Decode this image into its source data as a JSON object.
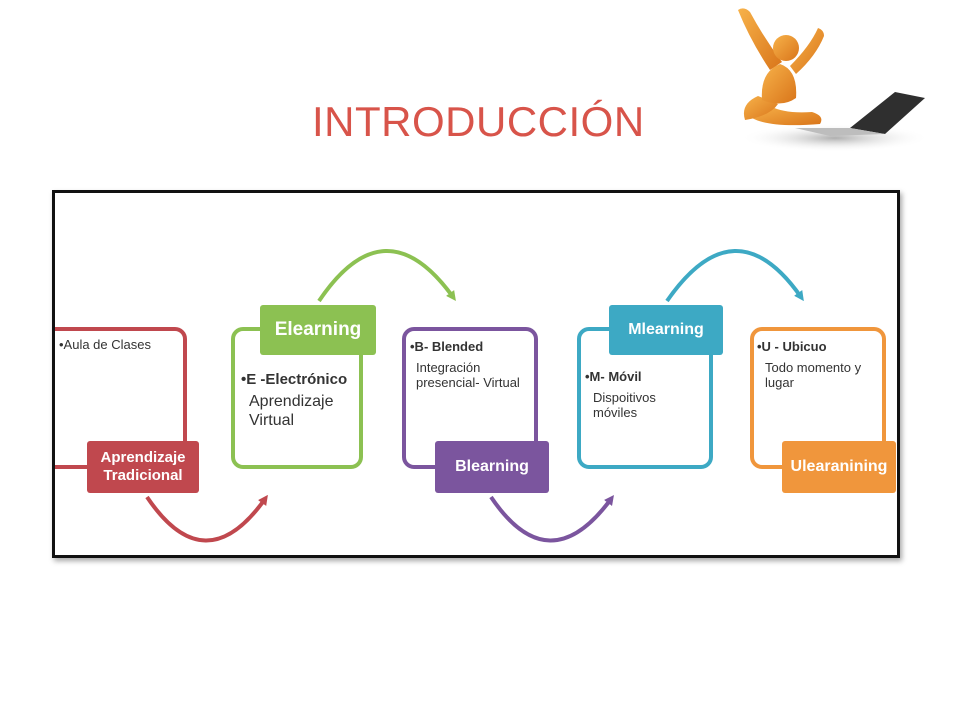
{
  "title": "INTRODUCCIÓN",
  "colors": {
    "title": "#d8544a",
    "tradicional": "#c0484e",
    "elearning": "#8cc152",
    "blended": "#7b559e",
    "mlearning": "#3da9c4",
    "ulearning": "#f0963c"
  },
  "mascot": {
    "icon": "person-celebrating-with-laptop-icon"
  },
  "stages": [
    {
      "label_lines": [
        "Aprendizaje",
        "Tradicional"
      ],
      "bullet": "•Aula de Clases",
      "text_lines": []
    },
    {
      "label_lines": [
        "Elearning"
      ],
      "bullet": "•E -Electrónico",
      "text_lines": [
        "Aprendizaje",
        "Virtual"
      ]
    },
    {
      "label_lines": [
        "Blearning"
      ],
      "bullet": "•B- Blended",
      "text_lines": [
        "Integración",
        "presencial- Virtual"
      ]
    },
    {
      "label_lines": [
        "Mlearning"
      ],
      "bullet": "•M- Móvil",
      "text_lines": [
        "Dispoitivos",
        "móviles"
      ]
    },
    {
      "label_lines": [
        "Ulearanining"
      ],
      "bullet": "•U - Ubicuo",
      "text_lines": [
        "Todo momento y",
        "lugar"
      ]
    }
  ]
}
